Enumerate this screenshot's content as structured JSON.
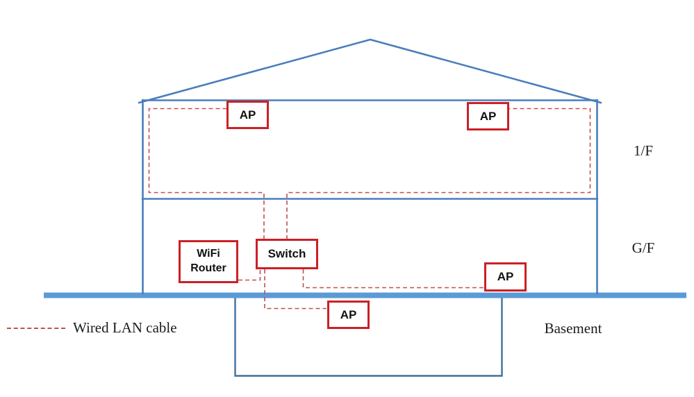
{
  "diagram": {
    "nodes": {
      "ap_first_floor_left": {
        "label": "AP"
      },
      "ap_first_floor_right": {
        "label": "AP"
      },
      "wifi_router": {
        "label_line1": "WiFi",
        "label_line2": "Router"
      },
      "switch": {
        "label": "Switch"
      },
      "ap_ground_floor": {
        "label": "AP"
      },
      "ap_basement": {
        "label": "AP"
      }
    },
    "floors": {
      "first_floor": "1/F",
      "ground_floor": "G/F",
      "basement": "Basement"
    },
    "legend": {
      "label": "Wired LAN cable"
    },
    "colors": {
      "wall_blue": "#4a7ebb",
      "ground_blue": "#5b9bd5",
      "basement_blue": "#41719c",
      "node_border_red": "#cb2026",
      "cable_red": "#c0504d"
    }
  }
}
